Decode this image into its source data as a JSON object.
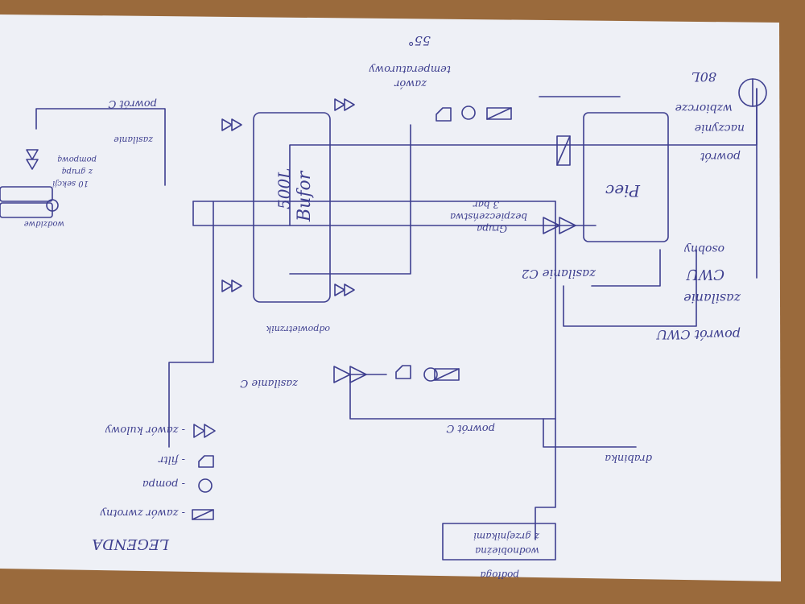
{
  "diagram": {
    "orientation": "rotated 180 degrees (upside down)",
    "ink_color": "#3e3f8f",
    "paper_color": "#eef0f6",
    "table_color": "#9a6a3c",
    "labels": {
      "buffer_name": "Bufor",
      "buffer_capacity": "500L",
      "drain": "odpowietrznik",
      "boiler": "Piec",
      "pump_group_line1": "Grupa",
      "pump_group_line2": "bezpieczeństwa",
      "pump_group_line3": "3 bar",
      "mixing_valve_line1": "zawór",
      "mixing_valve_line2": "temperaturowy",
      "mixing_valve_temp": "55°",
      "tank_line1": "naczynie",
      "tank_line2": "wzbiorcze",
      "tank_capacity": "80L",
      "cold_return_label": "powrót",
      "cwu_label": "CWU",
      "cwu_sub": "osobny",
      "supply_cwu": "zasilanie",
      "return_cwu": "powrót CWU",
      "supply_c_mid": "zasilanie C2",
      "return_c_top": "powrót C",
      "supply_c_top": "zasilanie",
      "supply_c_bottom": "zasilanie C",
      "return_c_bottom": "powrót C",
      "radiator_note_line1": "wodzidwe",
      "radiator_note_line2": "10 sekcji",
      "radiator_note_line3": "z grupą",
      "radiator_note_line4": "pompową",
      "floor_note_line1": "podłoga",
      "floor_note_line2": "wodnobieżna",
      "floor_note_line3": "z grzejnikami",
      "right_note": "drabinka"
    },
    "legend": {
      "title": "LEGENDA",
      "items": [
        {
          "icon": "check-valve",
          "label": "- zawór zwrotny"
        },
        {
          "icon": "pump",
          "label": "- pompa"
        },
        {
          "icon": "filter",
          "label": "- filtr"
        },
        {
          "icon": "ball-valve",
          "label": "- zawór kulowy"
        }
      ]
    }
  }
}
